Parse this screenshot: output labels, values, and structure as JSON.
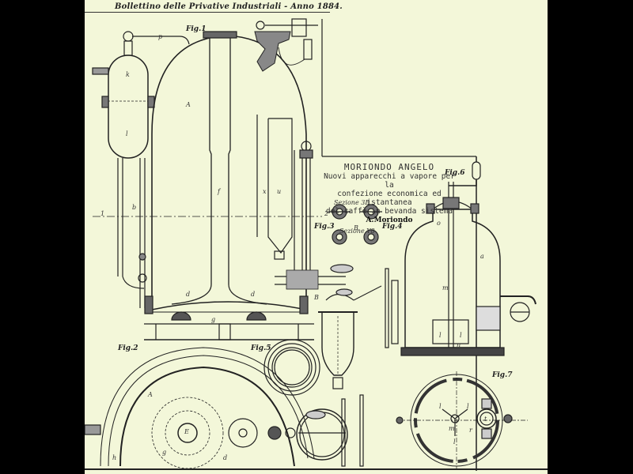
{
  "document": {
    "header": "Bollettino delle Privative Industriali - Anno 1884.",
    "title_block": {
      "name": "MORIONDO ANGELO",
      "lines": [
        "Nuovi apparecchi a vapore per la",
        "confezione economica ed istantanea",
        "del caffè in bevanda sistema"
      ],
      "system": "A.Moriondo"
    },
    "figures": [
      {
        "label": "Fig.1"
      },
      {
        "label": "Fig.2"
      },
      {
        "label": "Fig.3"
      },
      {
        "label": "Fig.4"
      },
      {
        "label": "Fig.5"
      },
      {
        "label": "Fig.6"
      },
      {
        "label": "Fig.7"
      }
    ],
    "small_labels": {
      "fig3_4": [
        "Sezione 3B",
        "B",
        "Sezione Y8"
      ],
      "section_marks": [
        "1",
        "2"
      ],
      "fig1_letters": [
        "k",
        "l",
        "A",
        "f",
        "u",
        "p",
        "d",
        "d",
        "g",
        "x",
        "b",
        "B"
      ],
      "fig2_letters": [
        "A",
        "E",
        "g",
        "d",
        "h"
      ],
      "fig6_letters": [
        "o",
        "a",
        "m",
        "n",
        "l",
        "l"
      ],
      "fig7_letters": [
        "m",
        "l",
        "l",
        "l",
        "r",
        "t"
      ]
    }
  },
  "colors": {
    "paper": "#f3f7d9",
    "ink": "#222222",
    "background": "#000000"
  }
}
